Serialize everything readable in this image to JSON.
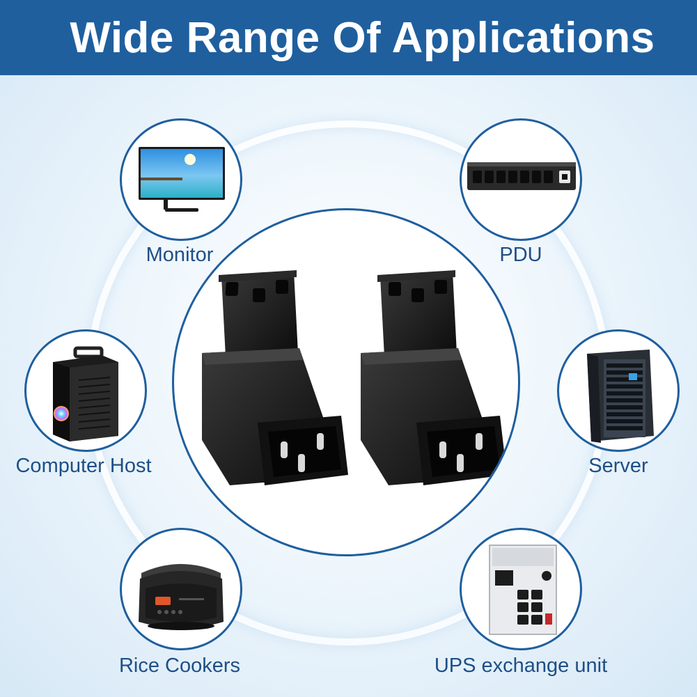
{
  "header": {
    "title": "Wide Range Of Applications"
  },
  "applications": [
    {
      "label": "Monitor",
      "icon": "monitor-icon"
    },
    {
      "label": "PDU",
      "icon": "pdu-icon"
    },
    {
      "label": "Computer Host",
      "icon": "computer-tower-icon"
    },
    {
      "label": "Server",
      "icon": "server-rack-icon"
    },
    {
      "label": "Rice Cookers",
      "icon": "rice-cooker-icon"
    },
    {
      "label": "UPS exchange unit",
      "icon": "ups-unit-icon"
    }
  ],
  "colors": {
    "banner": "#1f5f9e",
    "label": "#1e4f86",
    "circle_border": "#1f5f9e"
  }
}
